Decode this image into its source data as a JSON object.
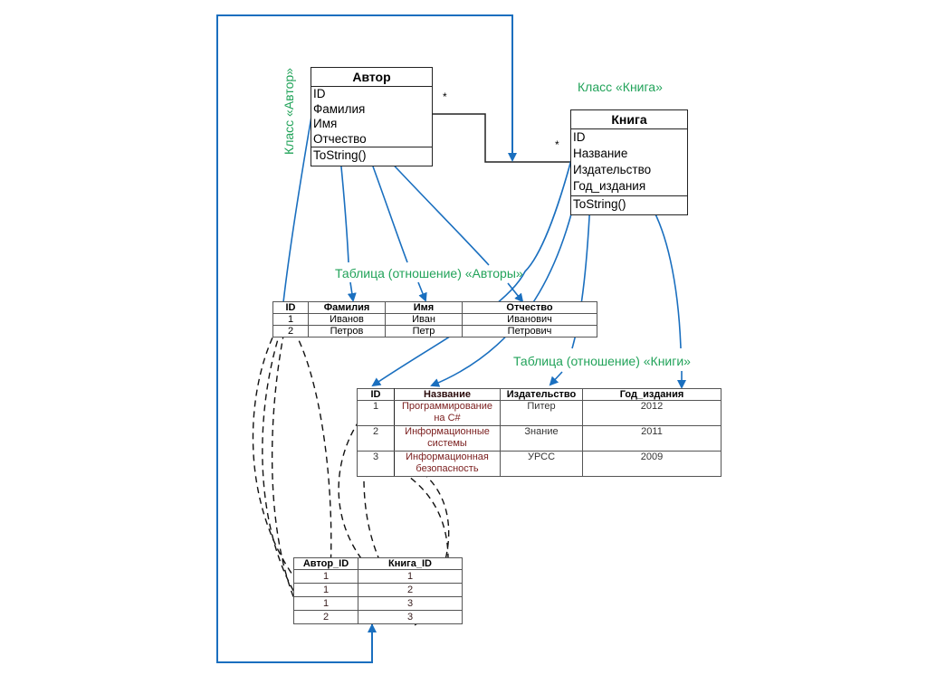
{
  "class_author": {
    "title": "Автор",
    "attributes": [
      "ID",
      "Фамилия",
      "Имя",
      "Отчество"
    ],
    "operations": [
      "ToString()"
    ],
    "caption": "Класс «Автор»"
  },
  "class_book": {
    "title": "Книга",
    "attributes": [
      "ID",
      "Название",
      "Издательство",
      "Год_издания"
    ],
    "operations": [
      "ToString()"
    ],
    "caption": "Класс «Книга»"
  },
  "association": {
    "author_multiplicity": "*",
    "book_multiplicity": "*"
  },
  "table_authors": {
    "caption": "Таблица (отношение) «Авторы»",
    "columns": [
      "ID",
      "Фамилия",
      "Имя",
      "Отчество"
    ],
    "rows": [
      [
        "1",
        "Иванов",
        "Иван",
        "Иванович"
      ],
      [
        "2",
        "Петров",
        "Петр",
        "Петрович"
      ]
    ]
  },
  "table_books": {
    "caption": "Таблица (отношение) «Книги»",
    "columns": [
      "ID",
      "Название",
      "Издательство",
      "Год_издания"
    ],
    "rows": [
      [
        "1",
        "Программирование на C#",
        "Питер",
        "2012"
      ],
      [
        "2",
        "Информационные системы",
        "Знание",
        "2011"
      ],
      [
        "3",
        "Информационная безопасность",
        "УРСС",
        "2009"
      ]
    ]
  },
  "table_link": {
    "columns": [
      "Автор_ID",
      "Книга_ID"
    ],
    "rows": [
      [
        "1",
        "1"
      ],
      [
        "1",
        "2"
      ],
      [
        "1",
        "3"
      ],
      [
        "2",
        "3"
      ]
    ]
  },
  "colors": {
    "arrow_blue": "#1a6fbf",
    "caption_green": "#22a35a",
    "dashed_black": "#111111"
  }
}
